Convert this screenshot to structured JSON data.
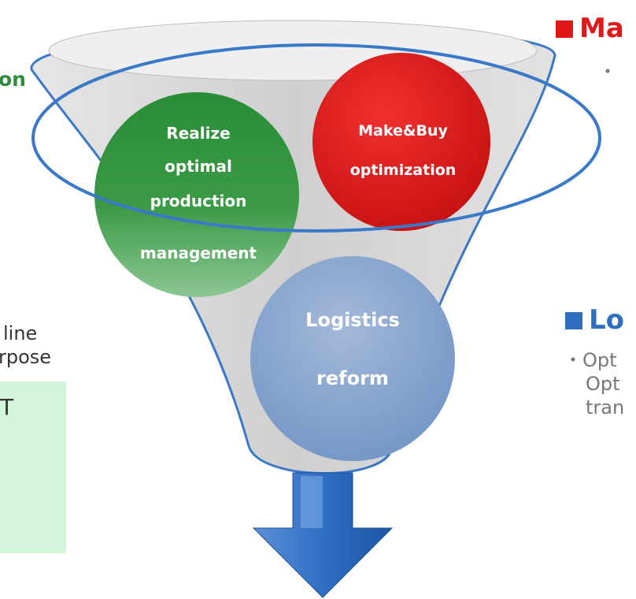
{
  "colors": {
    "green": "#2e8b3a",
    "red": "#e01818",
    "blue": "#2f6fbf",
    "funnel_fill": "#d9d9d9",
    "funnel_stroke": "#3a78c8",
    "green_box": "#d3f5da"
  },
  "left": {
    "header_fragment": "on",
    "text_fragment_1": "line",
    "text_fragment_2": "rpose",
    "box_fragment": "T"
  },
  "right": {
    "make_buy_header": "Ma",
    "make_buy_bullet": "・",
    "logistics_header": "Lo",
    "logistics_lines": [
      "・Opt",
      "Opt",
      "tran"
    ]
  },
  "funnel": {
    "production_circle": [
      "Realize",
      "optimal",
      "production",
      "management"
    ],
    "makebuy_circle": [
      "Make&Buy",
      "optimization"
    ],
    "logistics_circle": [
      "Logistics",
      "reform"
    ]
  },
  "output_arrow_icon": "down-arrow-icon"
}
